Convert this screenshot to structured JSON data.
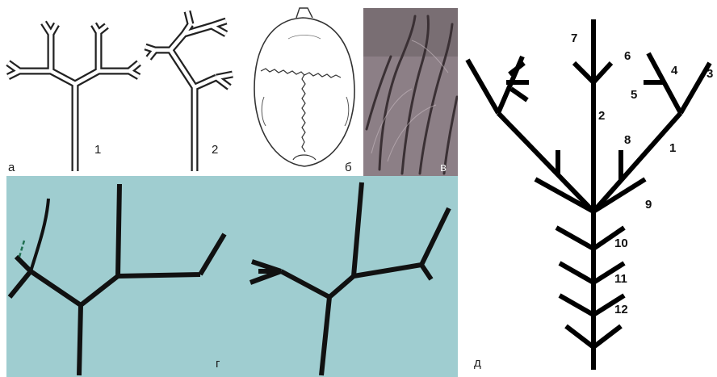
{
  "panels": {
    "a": {
      "label": "а",
      "variant_labels": [
        "1",
        "2"
      ]
    },
    "b": {
      "label": "б"
    },
    "v": {
      "label": "в"
    },
    "g": {
      "label": "г",
      "background": "#9fcdd0"
    },
    "d": {
      "label": "д",
      "branch_numbers": [
        "1",
        "2",
        "3",
        "4",
        "5",
        "6",
        "7",
        "8",
        "9",
        "10",
        "11",
        "12"
      ]
    }
  }
}
